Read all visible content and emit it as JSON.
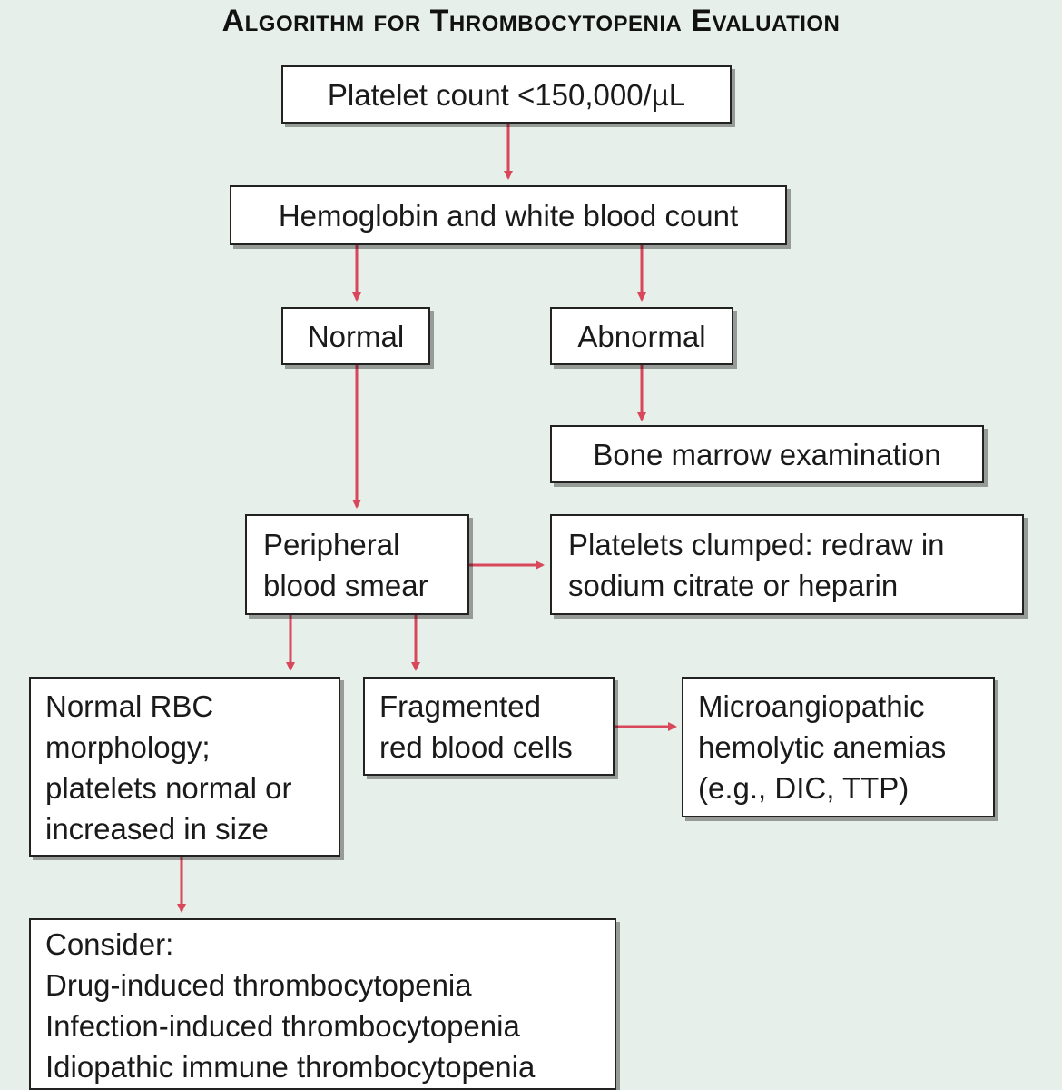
{
  "title": "Algorithm for Thrombocytopenia Evaluation",
  "colors": {
    "arrow": "#d9475a",
    "box_border": "#222222",
    "background": "#e6efea"
  },
  "nodes": {
    "platelet_count": "Platelet count <150,000/µL",
    "hgb_wbc": "Hemoglobin and white blood count",
    "normal": "Normal",
    "abnormal": "Abnormal",
    "bone_marrow": "Bone marrow examination",
    "smear": "Peripheral\nblood smear",
    "clumped": "Platelets clumped: redraw in\nsodium citrate or heparin",
    "normal_rbc": "Normal RBC\nmorphology;\nplatelets normal or\nincreased in size",
    "fragmented": "Fragmented\nred blood cells",
    "micro": "Microangiopathic\nhemolytic anemias\n(e.g., DIC, TTP)",
    "consider": "Consider:\nDrug-induced thrombocytopenia\nInfection-induced thrombocytopenia\nIdiopathic immune thrombocytopenia"
  }
}
